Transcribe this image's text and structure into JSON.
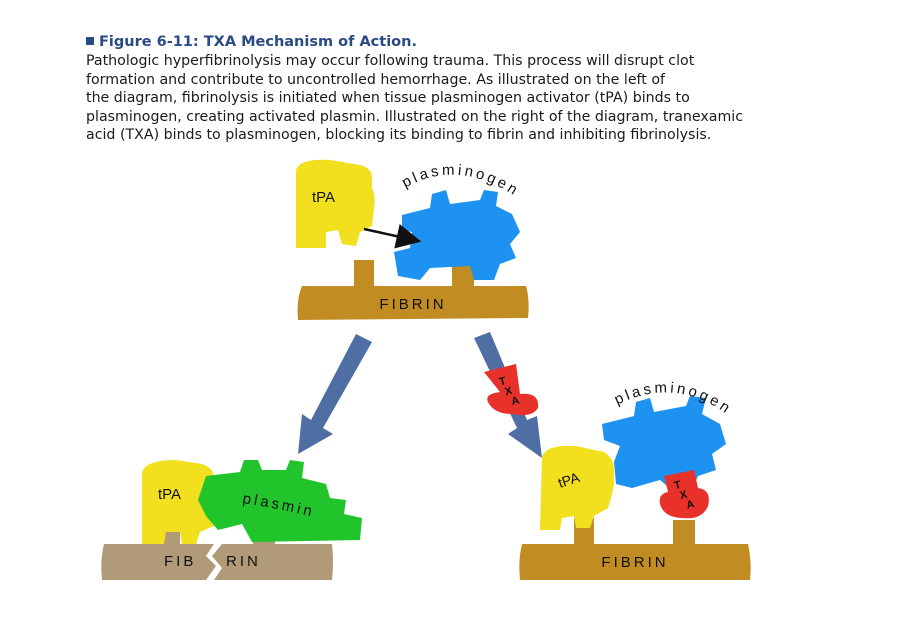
{
  "figure": {
    "title": "Figure 6-11: TXA Mechanism of Action.",
    "body_lines": [
      "Pathologic hyperfibrinolysis may occur following trauma. This process will disrupt clot",
      "formation and contribute to uncontrolled hemorrhage. As illustrated on the left of",
      "the diagram, fibrinolysis is initiated when tissue plasminogen activator (tPA) binds to",
      "plasminogen, creating activated plasmin. Illustrated on the right of the diagram, tranexamic",
      "acid (TXA) binds to plasminogen, blocking its binding to fibrin and inhibiting fibrinolysis."
    ]
  },
  "diagram": {
    "top": {
      "tpa_label": "tPA",
      "plasminogen_label": "plasminogen",
      "fibrin_label": "FIBRIN"
    },
    "left": {
      "tpa_label": "tPA",
      "plasmin_label": "plasmin",
      "fibrin_left": "FIB",
      "fibrin_right": "RIN"
    },
    "right": {
      "tpa_label": "tPA",
      "plasminogen_label": "plasminogen",
      "txa_label": "TXA",
      "fibrin_label": "FIBRIN"
    },
    "arrow_txa_label": "TXA"
  },
  "colors": {
    "fibrin": "#c18c22",
    "fibrin_degraded": "#b09a78",
    "tpa": "#f2df1e",
    "plasminogen": "#1e92f0",
    "plasmin": "#22c42c",
    "txa": "#e8312a",
    "arrow": "#4f6ea3",
    "title": "#2a4a85"
  }
}
